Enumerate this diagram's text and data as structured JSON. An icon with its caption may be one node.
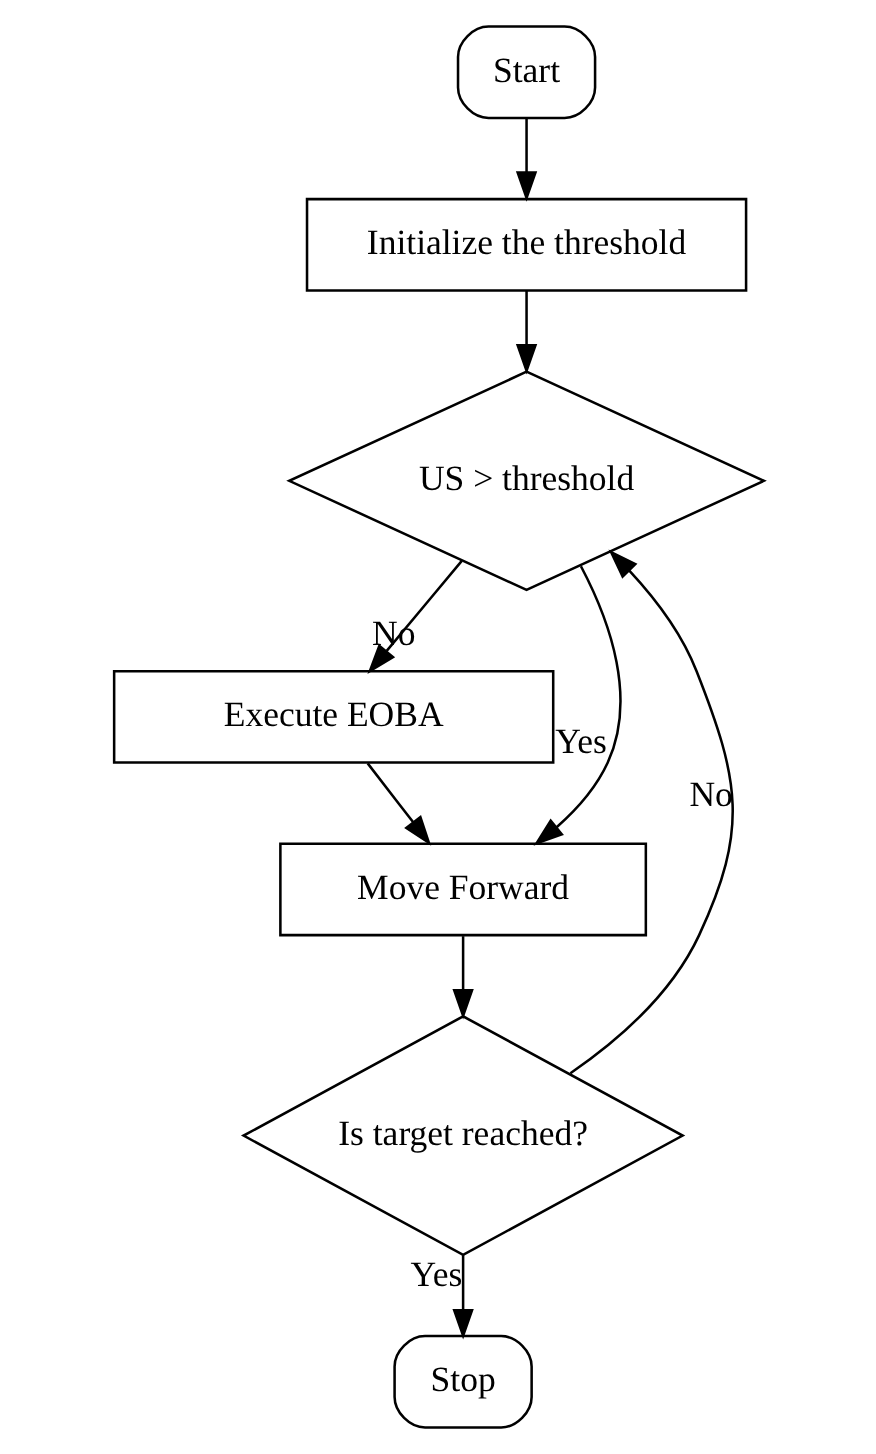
{
  "diagram": {
    "nodes": [
      {
        "text": [
          "Start"
        ]
      },
      {
        "text": [
          "Initialize the threshold"
        ]
      },
      {
        "text": [
          "US > threshold"
        ]
      },
      {
        "text": [
          "Execute EOBA"
        ]
      },
      {
        "text": [
          "Move Forward"
        ]
      },
      {
        "text": [
          "Is target reached?"
        ]
      },
      {
        "text": [
          "Stop"
        ]
      }
    ],
    "edges": [
      {
        "from": 0,
        "to": 1,
        "arrow": "to"
      },
      {
        "from": 1,
        "to": 2,
        "arrow": "to"
      },
      {
        "from": 2,
        "to": 3,
        "arrow": "to",
        "label": "No"
      },
      {
        "from": 3,
        "to": 4,
        "arrow": "to"
      },
      {
        "from": 2,
        "to": 4,
        "arrow": "to",
        "label": "Yes"
      },
      {
        "from": 4,
        "to": 5,
        "arrow": "to"
      },
      {
        "from": 5,
        "to": 2,
        "arrow": "to",
        "label": "No"
      },
      {
        "from": 5,
        "to": 6,
        "arrow": "to",
        "label": "Yes"
      }
    ]
  }
}
